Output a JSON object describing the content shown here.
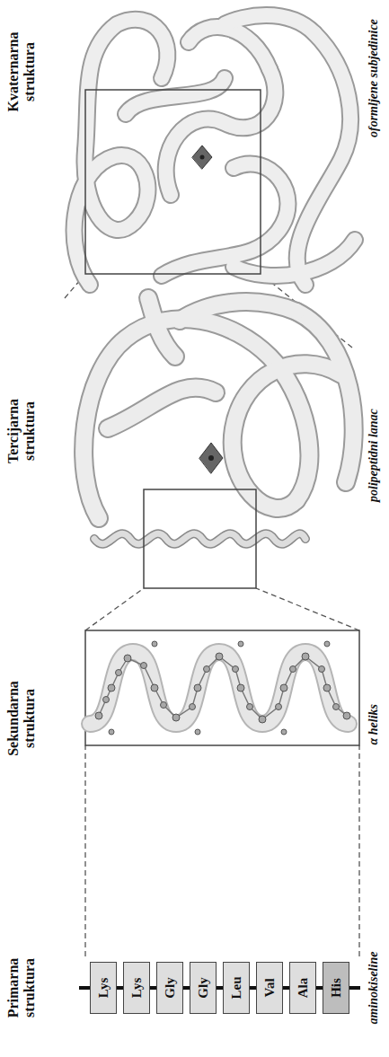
{
  "diagram": {
    "nodes": [
      {
        "text": [
          "Lys"
        ]
      },
      {
        "text": [
          "Lys"
        ]
      },
      {
        "text": [
          "Gly"
        ]
      },
      {
        "text": [
          "Gly"
        ]
      },
      {
        "text": [
          "Leu"
        ]
      },
      {
        "text": [
          "Val"
        ]
      },
      {
        "text": [
          "Ala"
        ]
      },
      {
        "text": [
          "His"
        ]
      }
    ],
    "edges": [
      {
        "from": 0,
        "to": 1,
        "arrow": "none"
      },
      {
        "from": 1,
        "to": 2,
        "arrow": "none"
      },
      {
        "from": 2,
        "to": 3,
        "arrow": "none"
      },
      {
        "from": 3,
        "to": 4,
        "arrow": "none"
      },
      {
        "from": 4,
        "to": 5,
        "arrow": "none"
      },
      {
        "from": 5,
        "to": 6,
        "arrow": "none"
      },
      {
        "from": 6,
        "to": 7,
        "arrow": "none"
      }
    ],
    "labels": [
      "Primarna struktura",
      "Sekundarna struktura",
      "Tercijarna struktura",
      "Kvaternarna struktura",
      "aminokiseline",
      "α heliks",
      "polipeptidni lanac",
      "oformljene subjedinice"
    ]
  }
}
